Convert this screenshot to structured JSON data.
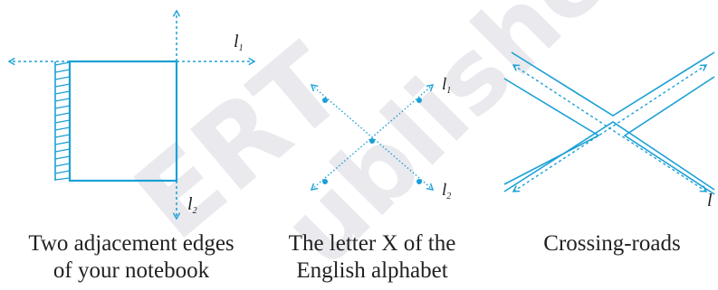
{
  "watermark": {
    "left": "ERT",
    "right": "ublished"
  },
  "figures": [
    {
      "id": "notebook",
      "line_labels": [
        {
          "letter": "l",
          "sub": "1"
        },
        {
          "letter": "l",
          "sub": "2"
        }
      ],
      "caption": [
        "Two adjacement edges",
        "of your notebook"
      ]
    },
    {
      "id": "letter-x",
      "line_labels": [
        {
          "letter": "l",
          "sub": "1"
        },
        {
          "letter": "l",
          "sub": "2"
        }
      ],
      "caption": [
        "The letter X of the",
        "English alphabet"
      ]
    },
    {
      "id": "crossing-roads",
      "line_labels": [
        {
          "letter": "l",
          "sub": ""
        }
      ],
      "caption": [
        "Crossing-roads"
      ]
    }
  ],
  "colors": {
    "line": "#1ba0d6",
    "text": "#222222",
    "watermark": "#e9e9ee"
  }
}
